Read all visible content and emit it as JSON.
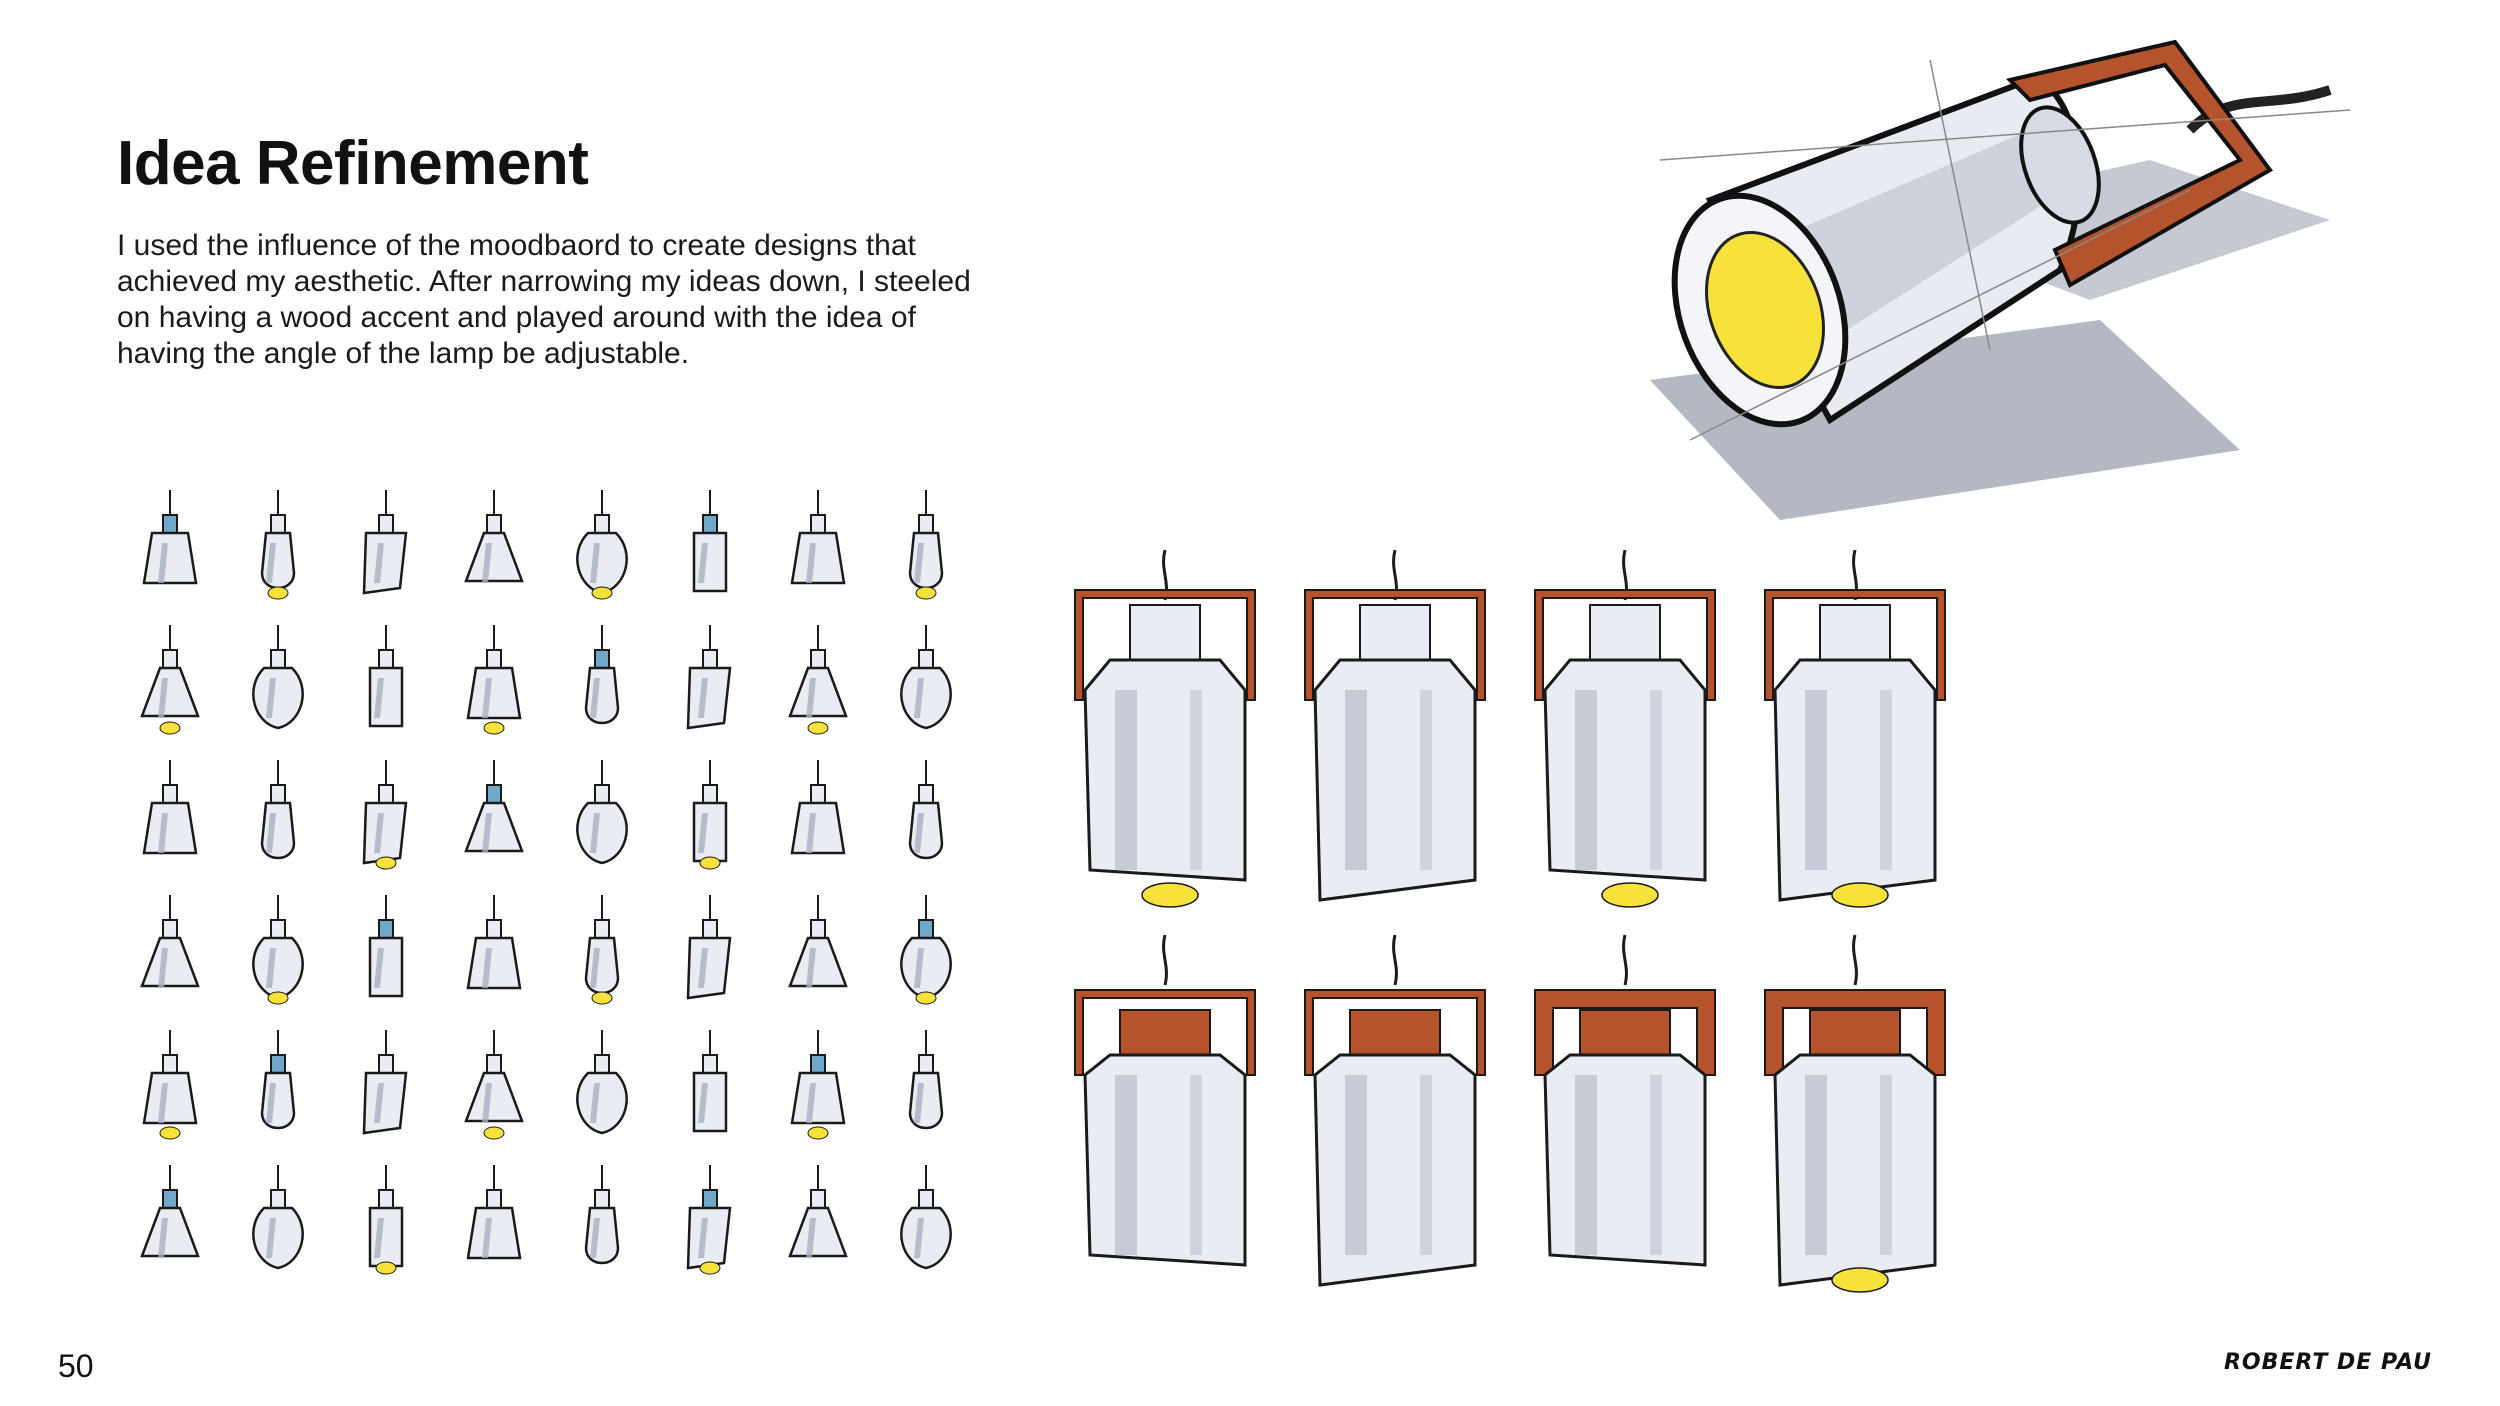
{
  "page": {
    "title": "Idea Refinement",
    "body": "I used the influence of the moodbaord to create designs that achieved my aesthetic. After narrowing my ideas down, I steeled on having a wood accent and played around with the idea of having the angle of the lamp be adjustable.",
    "page_number": "50",
    "signature": "ROBERT DE PAU"
  },
  "colors": {
    "ink": "#1a1a1a",
    "metal_light": "#e9ecf2",
    "metal_shade": "#a9b0bf",
    "wood": "#b5532d",
    "bulb": "#f6e23a",
    "shadow": "#9aa0ad",
    "accent_blue": "#6fa8c9"
  },
  "sketch_sets": {
    "thumbnail_grid": {
      "rows": 6,
      "columns": 8
    },
    "refined_lamps": {
      "rows": 2,
      "columns": 4
    },
    "hero_render": "cylinder-lamp-with-wood-frame"
  }
}
